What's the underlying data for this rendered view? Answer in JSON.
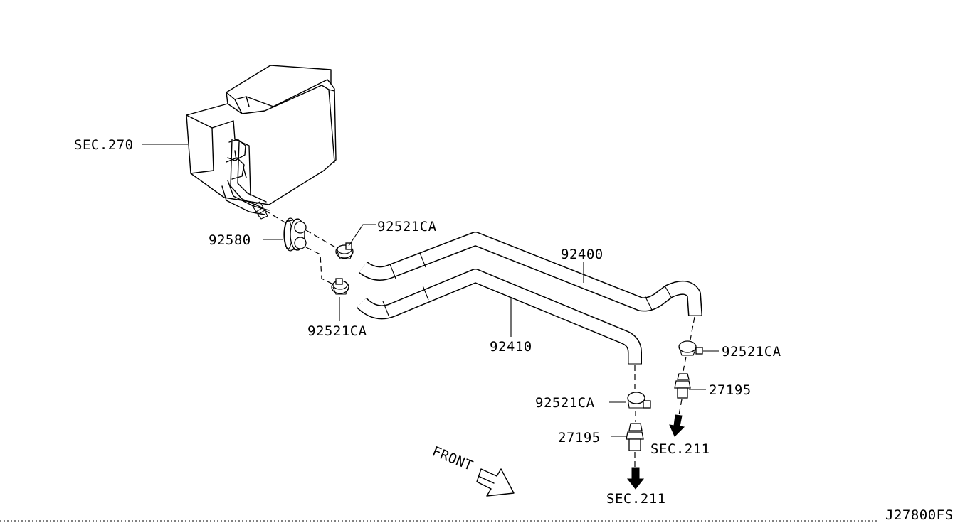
{
  "diagram": {
    "labels": {
      "sec270": "SEC.270",
      "grommet": "92580",
      "clamp_upper": "92521CA",
      "clamp_lower": "92521CA",
      "hose_upper": "92400",
      "hose_lower": "92410",
      "clamp_right": "92521CA",
      "clamp_bottom": "92521CA",
      "connector_right": "27195",
      "connector_bottom": "27195",
      "sec211_right": "SEC.211",
      "sec211_bottom": "SEC.211",
      "front": "FRONT",
      "drawing_code": "J27800FS"
    }
  }
}
